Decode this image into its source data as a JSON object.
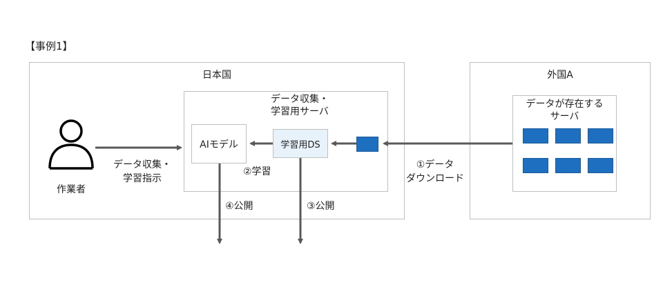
{
  "case_label": "【事例1】",
  "japan": {
    "title": "日本国",
    "worker_label": "作業者",
    "instruction_label_1": "データ収集・",
    "instruction_label_2": "学習指示",
    "inner_box_title_1": "データ収集・",
    "inner_box_title_2": "学習用サーバ",
    "ai_model_label": "AIモデル",
    "training_ds_label": "学習用DS",
    "learn_label": "②学習",
    "publish_4_label": "④公開",
    "publish_3_label": "③公開"
  },
  "foreign": {
    "title": "外国A",
    "server_label_1": "データが存在する",
    "server_label_2": "サーバ"
  },
  "download_label_1": "①データ",
  "download_label_2": "ダウンロード",
  "colors": {
    "data_square": "#1e6fc0",
    "training_ds_fill": "#e8f2fb",
    "arrow": "#595959",
    "border": "#bfbfbf"
  }
}
